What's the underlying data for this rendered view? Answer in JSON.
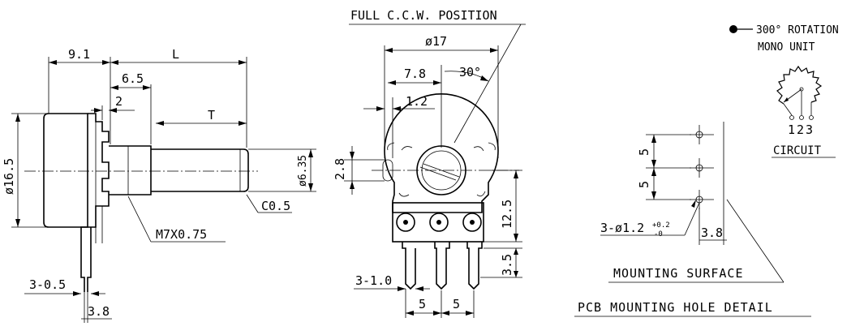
{
  "side_view": {
    "dim_9_1": "9.1",
    "dim_L": "L",
    "dim_6_5": "6.5",
    "dim_2": "2",
    "dim_T": "T",
    "dim_dia_16_5": "ø16.5",
    "dim_dia_6_35": "ø6.35",
    "chamfer": "C0.5",
    "thread": "M7X0.75",
    "pin_width": "3-0.5",
    "pin_pitch": "3.8"
  },
  "front_view": {
    "title": "FULL C.C.W. POSITION",
    "dim_dia_17": "ø17",
    "dim_7_8": "7.8",
    "angle_30": "30°",
    "dim_1_2": "1.2",
    "dim_2_8": "2.8",
    "dim_12_5": "12.5",
    "dim_3_5": "3.5",
    "pin_width": "3-1.0",
    "pitch_1": "5",
    "pitch_2": "5"
  },
  "legend": {
    "rotation": "300° ROTATION",
    "unit": "MONO UNIT",
    "pins": "123",
    "circuit": "CIRCUIT"
  },
  "pcb_detail": {
    "dim_5_a": "5",
    "dim_5_b": "5",
    "holes": "3-ø1.2",
    "tol_plus": "+0.2",
    "tol_minus": "-0",
    "dim_3_8": "3.8",
    "mounting_surface": "MOUNTING SURFACE",
    "title": "PCB MOUNTING HOLE DETAIL"
  }
}
